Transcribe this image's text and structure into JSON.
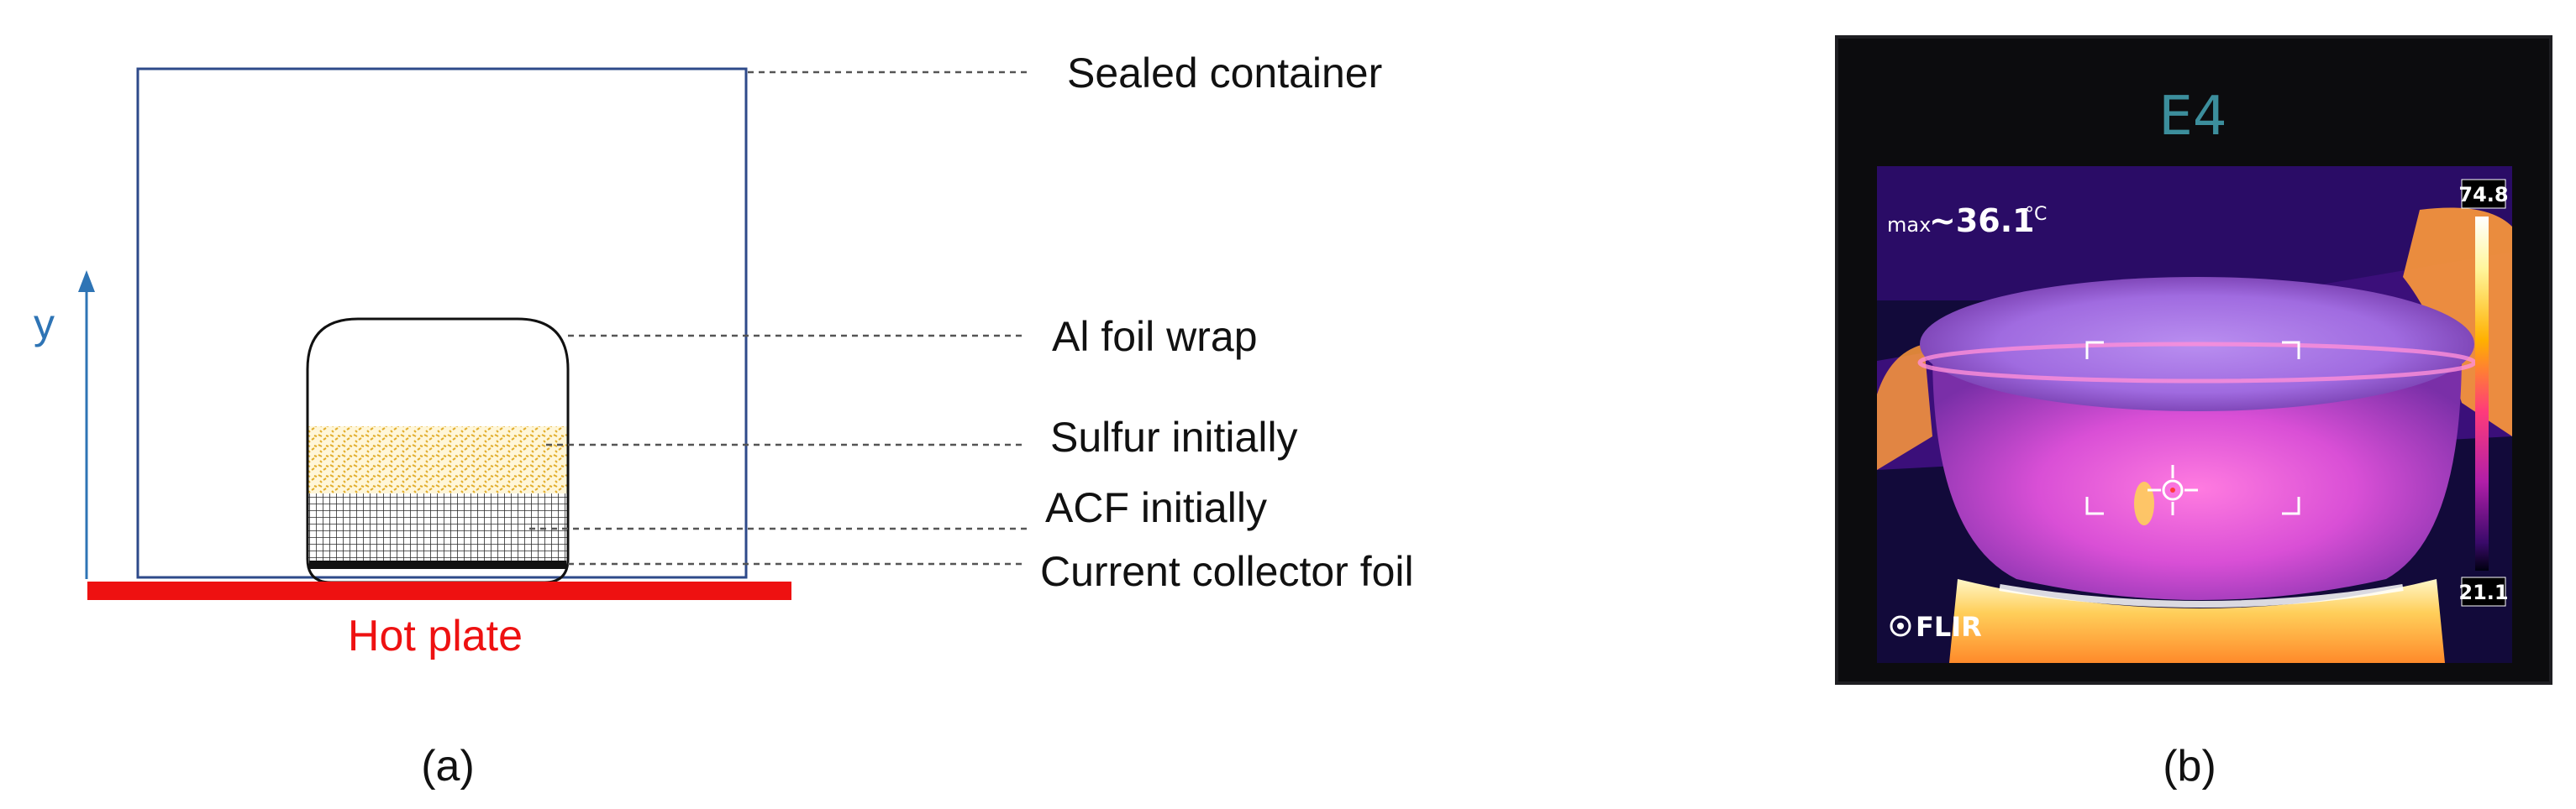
{
  "panel_a": {
    "caption": "(a)",
    "axis_label": "y",
    "hot_plate_label": "Hot plate",
    "labels": {
      "sealed_container": "Sealed container",
      "al_foil_wrap": "Al foil wrap",
      "sulfur_initially": "Sulfur initially",
      "acf_initially": "ACF initially",
      "current_collector_foil": "Current collector foil"
    },
    "colors": {
      "container": "#2e4a8a",
      "hot_plate": "#ee1111",
      "axis": "#2e74b5",
      "sulfur": "#e8b830",
      "acf_mesh": "#333333"
    }
  },
  "panel_b": {
    "caption": "(b)",
    "camera_model": "E4",
    "max_prefix": "max",
    "max_value": "~36.1",
    "max_unit": "°C",
    "scale_max": "74.8",
    "scale_min": "21.1",
    "brand": "FLIR"
  }
}
